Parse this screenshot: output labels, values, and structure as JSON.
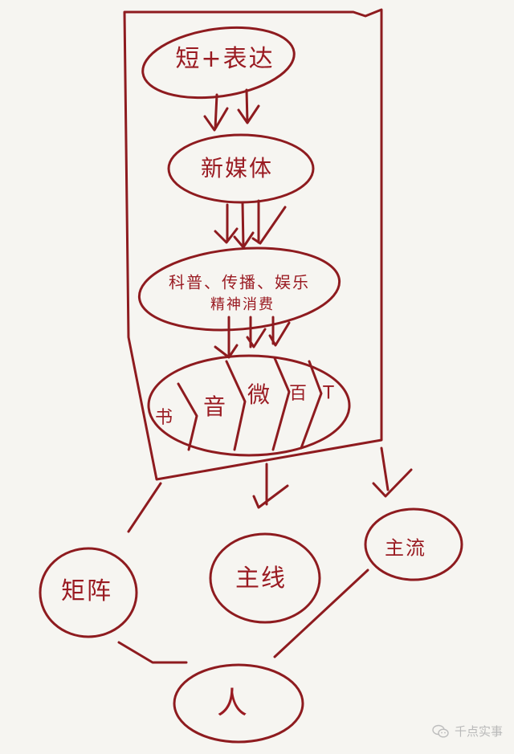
{
  "diagram": {
    "ink_color": "#8e1b1f",
    "background": "#f6f5f1",
    "frame": {
      "description": "hand-drawn enclosing box around upper flow"
    },
    "nodes": [
      {
        "id": "expression",
        "label": "短+表达",
        "shape": "ellipse"
      },
      {
        "id": "new-media",
        "label": "新媒体",
        "shape": "ellipse"
      },
      {
        "id": "purposes",
        "label_line1": "科普、传播、娱乐",
        "label_line2": "精神消费",
        "shape": "ellipse"
      },
      {
        "id": "platforms",
        "shape": "segmented-ellipse",
        "segments": [
          "书",
          "音",
          "微",
          "百",
          "T"
        ]
      },
      {
        "id": "matrix",
        "label": "矩阵",
        "shape": "circle"
      },
      {
        "id": "main-line",
        "label": "主线",
        "shape": "circle"
      },
      {
        "id": "mainstream",
        "label": "主流",
        "shape": "circle"
      },
      {
        "id": "person",
        "label": "人",
        "shape": "ellipse"
      }
    ],
    "edges": [
      {
        "from": "expression",
        "to": "new-media",
        "arrows": 2
      },
      {
        "from": "new-media",
        "to": "purposes",
        "arrows": 3
      },
      {
        "from": "purposes",
        "to": "platforms",
        "arrows": 3
      },
      {
        "from": "frame",
        "to": "matrix",
        "type": "line"
      },
      {
        "from": "frame",
        "to": "main-line",
        "type": "arrow"
      },
      {
        "from": "frame",
        "to": "mainstream",
        "type": "arrow"
      },
      {
        "from": "matrix",
        "to": "person",
        "type": "line"
      },
      {
        "from": "mainstream",
        "to": "person",
        "type": "line"
      }
    ]
  },
  "watermark": {
    "icon": "wechat-icon",
    "text": "千点实事"
  }
}
